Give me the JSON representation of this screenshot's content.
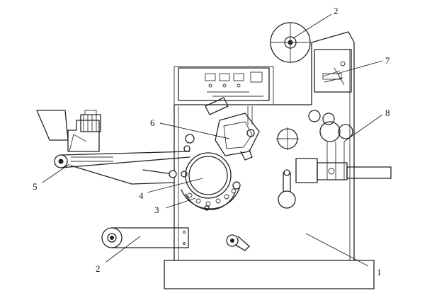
{
  "callouts": [
    {
      "id": "1",
      "text": "1"
    },
    {
      "id": "2a",
      "text": "2"
    },
    {
      "id": "2b",
      "text": "2"
    },
    {
      "id": "3",
      "text": "3"
    },
    {
      "id": "4",
      "text": "4"
    },
    {
      "id": "5",
      "text": "5"
    },
    {
      "id": "6",
      "text": "6"
    },
    {
      "id": "7",
      "text": "7"
    },
    {
      "id": "8",
      "text": "8"
    }
  ],
  "colors": {
    "line": "#222222",
    "background": "#ffffff"
  }
}
